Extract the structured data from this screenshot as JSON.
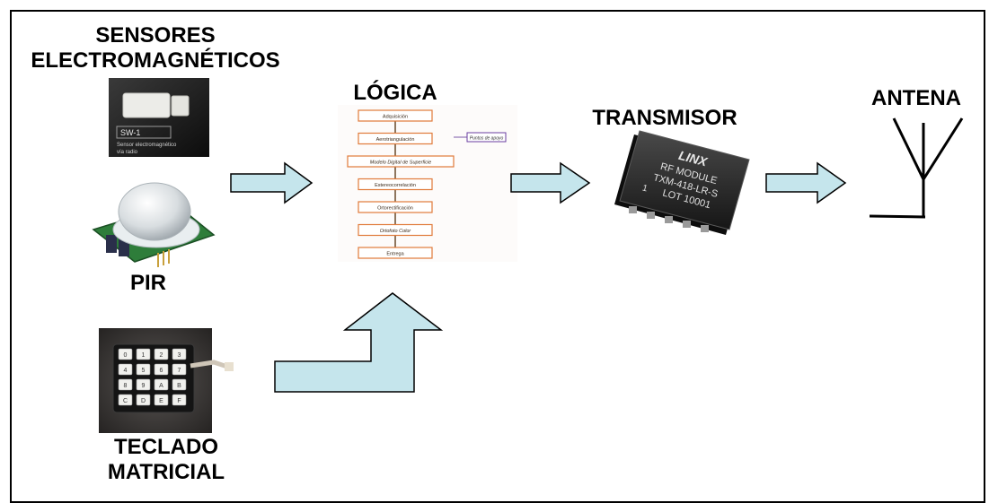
{
  "labels": {
    "sensores_line1": "SENSORES",
    "sensores_line2": "ELECTROMAGNÉTICOS",
    "pir": "PIR",
    "teclado_line1": "TECLADO",
    "teclado_line2": "MATRICIAL",
    "logica": "LÓGICA",
    "transmisor": "TRANSMISOR",
    "antena": "ANTENA"
  },
  "sensor_photo": {
    "model": "SW-1",
    "caption_line1": "Sensor electromagnético",
    "caption_line2": "vía radio"
  },
  "flowchart": {
    "steps": [
      "Adquisición",
      "Aerotriangulación",
      "Modelo Digital de Superficie",
      "Estereocorrelación",
      "Ortorectificación",
      "Ortofoto Color",
      "Entrega"
    ],
    "side_note": "Puntos de apoyo"
  },
  "rf_module": {
    "brand": "LINX",
    "line1": "RF MODULE",
    "line2": "TXM-418-LR-S",
    "pin": "1",
    "line3": "LOT 10001"
  },
  "keypad": {
    "keys": [
      "0",
      "1",
      "2",
      "3",
      "4",
      "5",
      "6",
      "7",
      "8",
      "9",
      "A",
      "B",
      "C",
      "D",
      "E",
      "F"
    ]
  },
  "colors": {
    "arrow_fill": "#c5e5ec",
    "frame": "#000000",
    "flow_box_border": "#e07a3a",
    "flow_note_border": "#6a3ea0"
  }
}
